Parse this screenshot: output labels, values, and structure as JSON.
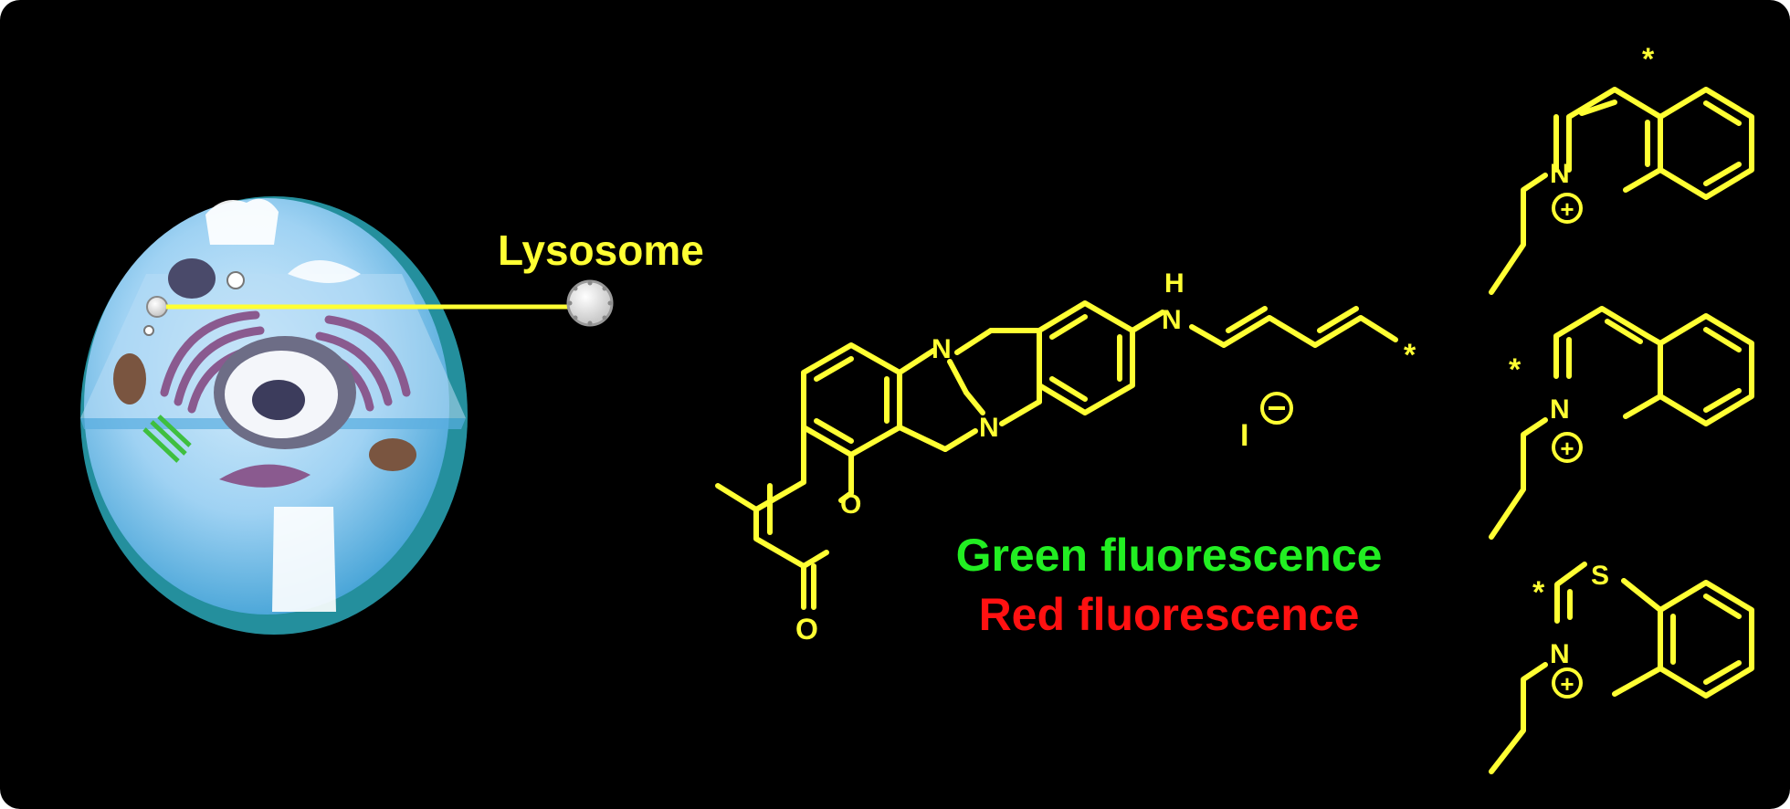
{
  "labels": {
    "lysosome": "Lysosome",
    "green": "Green fluorescence",
    "red": "Red fluorescence"
  },
  "atoms": {
    "N": "N",
    "H": "H",
    "O": "O",
    "S": "S",
    "I": "I",
    "star": "*",
    "plus": "+",
    "minus": "−"
  },
  "colors": {
    "background": "#000000",
    "structure": "#ffff33",
    "green": "#22ee22",
    "red": "#ff1111",
    "cell": "#8fc9f0"
  }
}
